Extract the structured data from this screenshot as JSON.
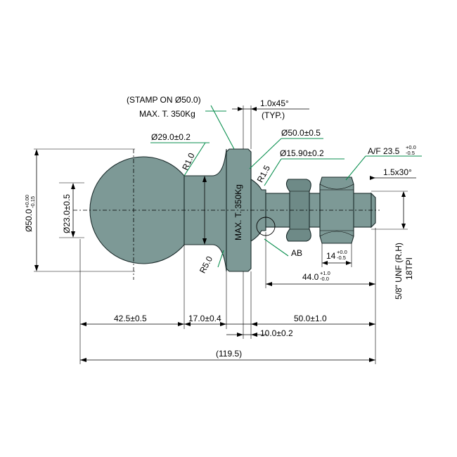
{
  "colors": {
    "body": "#7d9996",
    "shade": "#6e8a87",
    "leader": "#0a8f4f",
    "line": "#000000"
  },
  "labels": {
    "stamp_note_line1": "(STAMP ON Ø50.0)",
    "stamp_note_line2": "MAX. T. 350Kg",
    "chamfer": "1.0x45°",
    "chamfer_typ": "(TYP.)",
    "dia_29": "Ø29.0±0.2",
    "dia_50_flange": "Ø50.0±0.5",
    "dia_15": "Ø15.90±0.2",
    "af_main": "A/F 23.5",
    "af_tol_upper": "+0.0",
    "af_tol_lower": "-0.5",
    "thread_chamfer": "1.5x30°",
    "r10": "R1.0",
    "r15": "R1.5",
    "r50": "R5.0",
    "stamp_on_part": "MAX. T. 350Kg",
    "ball_dia_main": "Ø50.0",
    "ball_dia_tol_upper": "+0.00",
    "ball_dia_tol_lower": "-0.15",
    "inner_dia": "Ø23.0±0.5",
    "detail_ab": "AB",
    "nut_width_main": "14",
    "nut_width_tol_upper": "+0.0",
    "nut_width_tol_lower": "-0.5",
    "thread_len_main": "44.0",
    "thread_len_tol_upper": "+1.0",
    "thread_len_tol_lower": "-0.0",
    "thread_spec_line1": "5/8\" UNF (R.H)",
    "thread_spec_line2": "18TPI",
    "len_ball": "42.5±0.5",
    "len_neck": "17.0±0.4",
    "len_shank": "50.0±1.0",
    "len_flange": "10.0±0.2",
    "len_total": "(119.5)"
  }
}
